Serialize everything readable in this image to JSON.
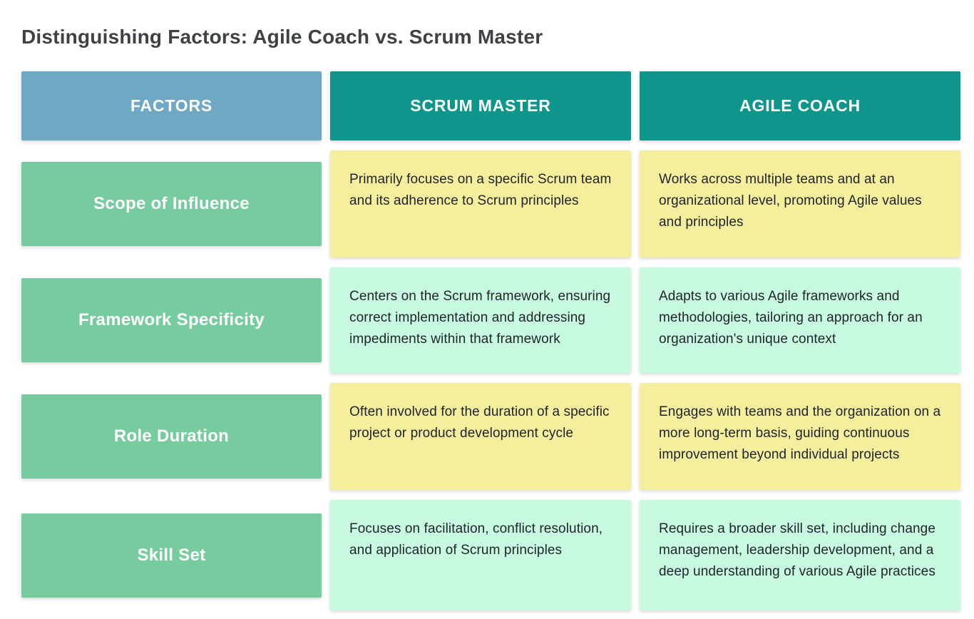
{
  "page": {
    "title": "Distinguishing Factors: Agile Coach vs. Scrum Master"
  },
  "table": {
    "headers": [
      {
        "label": "FACTORS"
      },
      {
        "label": "SCRUM MASTER"
      },
      {
        "label": "AGILE COACH"
      }
    ],
    "rows": [
      {
        "factor": "Scope of Influence",
        "tone": "yellow",
        "scrum_master": "Primarily focuses on a specific Scrum team and its adherence to Scrum principles",
        "agile_coach": "Works across multiple teams and at an organizational level, promoting Agile values and principles"
      },
      {
        "factor": "Framework Specificity",
        "tone": "mint",
        "scrum_master": "Centers on the Scrum framework, ensuring correct implementation and addressing impediments within that framework",
        "agile_coach": "Adapts to various Agile frameworks and methodologies, tailoring an approach for an organization's unique context"
      },
      {
        "factor": "Role Duration",
        "tone": "yellow",
        "scrum_master": "Often involved for the duration of a specific project or product development cycle",
        "agile_coach": "Engages with teams and the organization on a more long-term basis, guiding continuous improvement beyond individual projects"
      },
      {
        "factor": "Skill Set",
        "tone": "mint",
        "scrum_master": "Focuses on facilitation, conflict resolution, and application of Scrum principles",
        "agile_coach": "Requires a broader skill set, including change management, leadership development, and a deep understanding of various Agile practices"
      }
    ]
  },
  "colors": {
    "factors_header_bg": "#6fa8c4",
    "role_header_bg": "#0f968c",
    "factor_cell_bg": "#76cc9f",
    "yellow_cell_bg": "#f5ee9d",
    "mint_cell_bg": "#c7fae1",
    "title_text": "#3f4245",
    "body_text": "#21252b",
    "header_text": "#ffffff",
    "page_bg": "#ffffff"
  }
}
